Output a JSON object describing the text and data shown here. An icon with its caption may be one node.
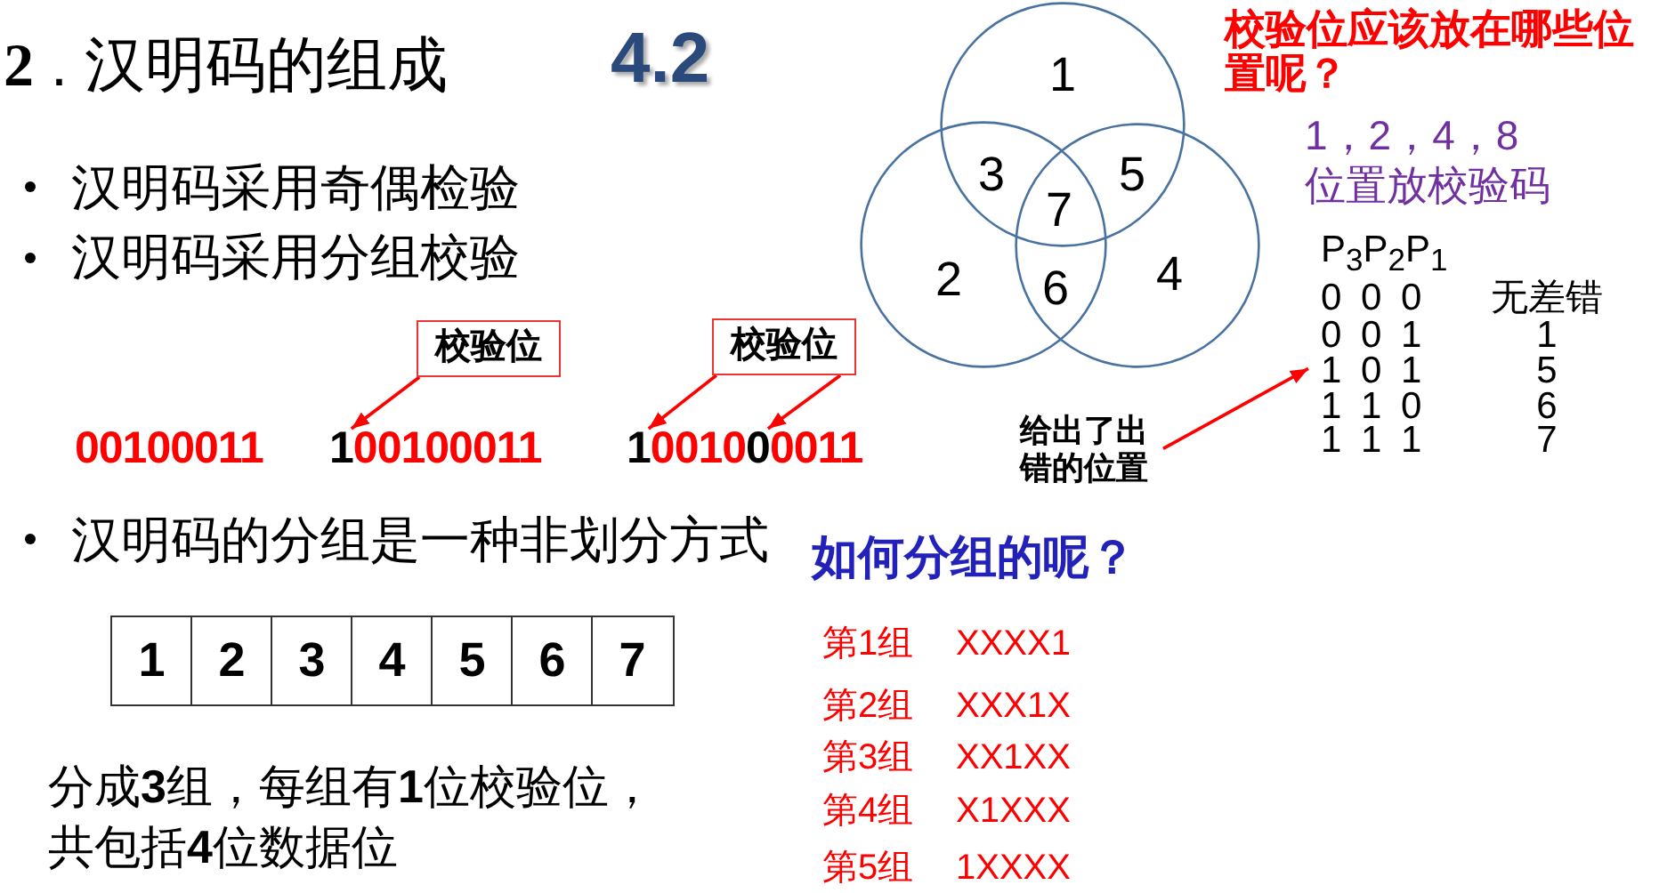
{
  "diagram": {
    "title": "**2** . 汉明码的组成",
    "nodes": [
      {
        "text": [],
        "shape": "circle"
      },
      {
        "text": [],
        "shape": "circle"
      },
      {
        "text": [],
        "shape": "circle"
      },
      {
        "text": [
          "校验位"
        ]
      },
      {
        "text": [
          "校验位"
        ]
      },
      {
        "text": [
          "100100011"
        ]
      },
      {
        "text": [
          "1001000011"
        ]
      },
      {
        "text": [
          "给出了出错的位置"
        ]
      },
      {
        "text": [
          "P$_{3}$P$_{2}$P$_{1}$",
          "0 0 0",
          "无差错",
          "0 0 1",
          "1",
          "1 0 1",
          "5",
          "1 1 0",
          "6",
          "1 1 1",
          "7"
        ]
      },
      {
        "text": [
          "1"
        ]
      },
      {
        "text": [
          "2"
        ]
      },
      {
        "text": [
          "3"
        ]
      },
      {
        "text": [
          "4"
        ]
      },
      {
        "text": [
          "5"
        ]
      },
      {
        "text": [
          "6"
        ]
      },
      {
        "text": [
          "7"
        ]
      }
    ],
    "edges": [
      {
        "from": 3,
        "to": 5,
        "arrow": "to"
      },
      {
        "from": 4,
        "to": 6,
        "arrow": "to"
      },
      {
        "from": 4,
        "to": 6,
        "arrow": "to"
      },
      {
        "from": 7,
        "to": 8,
        "arrow": "to"
      }
    ],
    "labels": [
      "4.2",
      "汉明码采用奇偶检验",
      "汉明码采用分组校验",
      "1",
      "3",
      "5",
      "7",
      "2",
      "6",
      "4",
      "校验位应该放在哪些位置呢？",
      "1，2，4，8位置放校验码",
      "00100011",
      "汉明码的分组是一种非划分方式",
      "如何分组的呢？",
      "第1组",
      "XXXX1",
      "第2组",
      "XXX1X",
      "第3组",
      "XX1XX",
      "第4组",
      "X1XXX",
      "第5组",
      "1XXXX",
      "分成**3**组，每组有**1**位校验位，共包括**4**位数据位"
    ]
  }
}
